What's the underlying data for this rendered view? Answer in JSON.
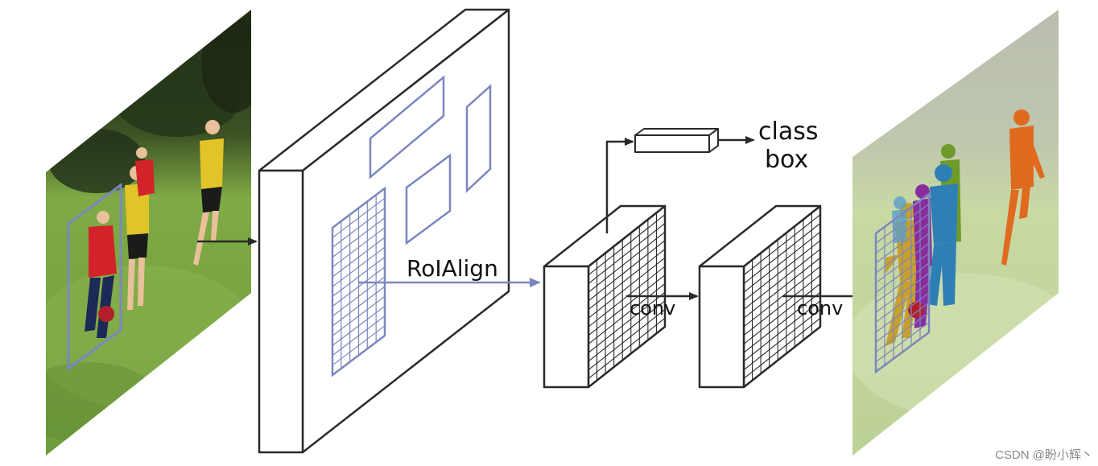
{
  "labels": {
    "roialign": "RoIAlign",
    "conv_1": "conv",
    "conv_2": "conv",
    "class": "class",
    "box": "box"
  },
  "watermark": "CSDN @盼小辉丶",
  "colors": {
    "outline": "#2a2a2a",
    "roi": "#7c86c0",
    "grass": "#7fa947",
    "sky_trees": "#2e3b1c",
    "mask_yellow": "#c8a02a",
    "mask_purple": "#8a2c9c",
    "mask_blue": "#2f7fb7",
    "mask_green": "#6e9a2a",
    "mask_orange": "#e06a1e"
  },
  "icons": [
    "input-photo-icon",
    "output-photo-icon"
  ]
}
